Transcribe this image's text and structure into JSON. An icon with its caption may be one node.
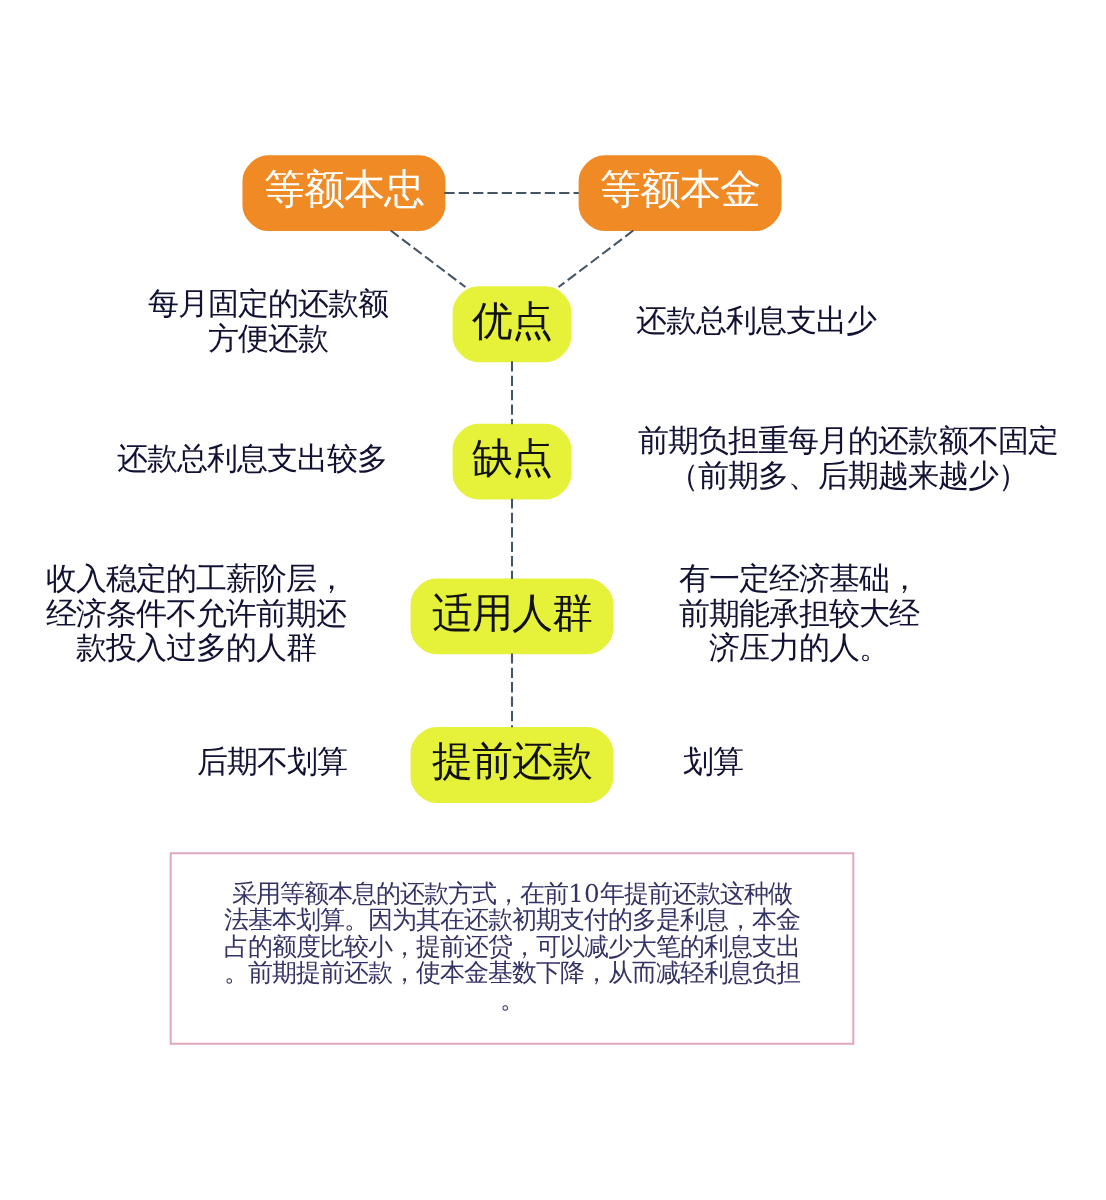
{
  "diagram": {
    "nodes": [
      {
        "text": [
          "等额本忠"
        ]
      },
      {
        "text": [
          "等额本金"
        ]
      },
      {
        "text": [
          "优点"
        ]
      },
      {
        "text": [
          "缺点"
        ]
      },
      {
        "text": [
          "适用人群"
        ]
      },
      {
        "text": [
          "提前还款"
        ]
      },
      {
        "text": [
          "采用等额本息的还款方式，在前10年提前还款这种做法基本划算。因为其在还款初期支付的多是利息，本金占的额度比较小，提前还贷，可以减少大笔的利息支出。前期提前还款，使本金基数下降，从而减轻利息负担。"
        ]
      }
    ],
    "edges": [
      {
        "from": 0,
        "to": 1,
        "arrow": "none",
        "style": "dashed"
      },
      {
        "from": 0,
        "to": 2,
        "arrow": "none",
        "style": "dashed"
      },
      {
        "from": 1,
        "to": 2,
        "arrow": "none",
        "style": "dashed"
      },
      {
        "from": 2,
        "to": 3,
        "arrow": "none",
        "style": "dashed"
      },
      {
        "from": 3,
        "to": 4,
        "arrow": "none",
        "style": "dashed"
      },
      {
        "from": 4,
        "to": 5,
        "arrow": "none",
        "style": "dashed"
      }
    ],
    "labels": [
      "每月固定的还款额方便还款",
      "还款总利息支出少",
      "还款总利息支出较多",
      "前期负担重每月的还款额不固定（前期多、后期越来越少）",
      "收入稳定的工薪阶层，经济条件不允许前期还款投入过多的人群",
      "有一定经济基础，前期能承担较大经济压力的人。",
      "后期不划算",
      "划算"
    ]
  }
}
